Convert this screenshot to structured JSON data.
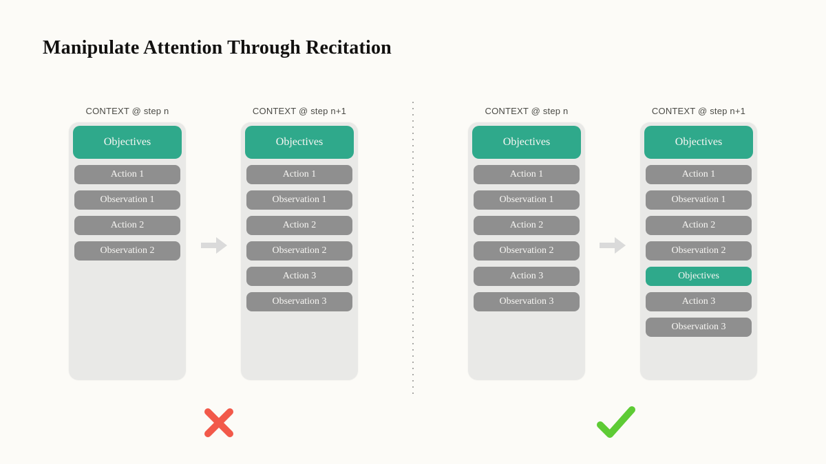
{
  "slide": {
    "title": "Manipulate Attention Through Recitation"
  },
  "colors": {
    "background": "#fcfbf7",
    "objective_green": "#2fa98b",
    "step_gray": "#8f8f8f",
    "container_gray": "#e9e9e7",
    "arrow_gray": "#dadada",
    "divider_dot_gray": "#a9a9a6",
    "x_mark_red": "#f2594a",
    "check_mark_green": "#5ecb35"
  },
  "groups": [
    {
      "name": "without-recitation",
      "verdict": "wrong",
      "verdict_icon": "x-icon",
      "columns": [
        {
          "header": "CONTEXT @ step n",
          "items": [
            {
              "label": "Objectives",
              "kind": "objective"
            },
            {
              "label": "Action 1",
              "kind": "step"
            },
            {
              "label": "Observation 1",
              "kind": "step"
            },
            {
              "label": "Action 2",
              "kind": "step"
            },
            {
              "label": "Observation 2",
              "kind": "step"
            }
          ]
        },
        {
          "header": "CONTEXT @ step n+1",
          "items": [
            {
              "label": "Objectives",
              "kind": "objective"
            },
            {
              "label": "Action 1",
              "kind": "step"
            },
            {
              "label": "Observation 1",
              "kind": "step"
            },
            {
              "label": "Action 2",
              "kind": "step"
            },
            {
              "label": "Observation 2",
              "kind": "step"
            },
            {
              "label": "Action 3",
              "kind": "step"
            },
            {
              "label": "Observation 3",
              "kind": "step"
            }
          ]
        }
      ]
    },
    {
      "name": "with-recitation",
      "verdict": "right",
      "verdict_icon": "check-icon",
      "columns": [
        {
          "header": "CONTEXT @ step n",
          "items": [
            {
              "label": "Objectives",
              "kind": "objective"
            },
            {
              "label": "Action 1",
              "kind": "step"
            },
            {
              "label": "Observation 1",
              "kind": "step"
            },
            {
              "label": "Action 2",
              "kind": "step"
            },
            {
              "label": "Observation 2",
              "kind": "step"
            },
            {
              "label": "Action 3",
              "kind": "step"
            },
            {
              "label": "Observation 3",
              "kind": "step"
            }
          ]
        },
        {
          "header": "CONTEXT @ step n+1",
          "items": [
            {
              "label": "Objectives",
              "kind": "objective"
            },
            {
              "label": "Action 1",
              "kind": "step"
            },
            {
              "label": "Observation 1",
              "kind": "step"
            },
            {
              "label": "Action 2",
              "kind": "step"
            },
            {
              "label": "Observation 2",
              "kind": "step"
            },
            {
              "label": "Objectives",
              "kind": "objective-recited"
            },
            {
              "label": "Action 3",
              "kind": "step"
            },
            {
              "label": "Observation 3",
              "kind": "step"
            }
          ]
        }
      ]
    }
  ]
}
